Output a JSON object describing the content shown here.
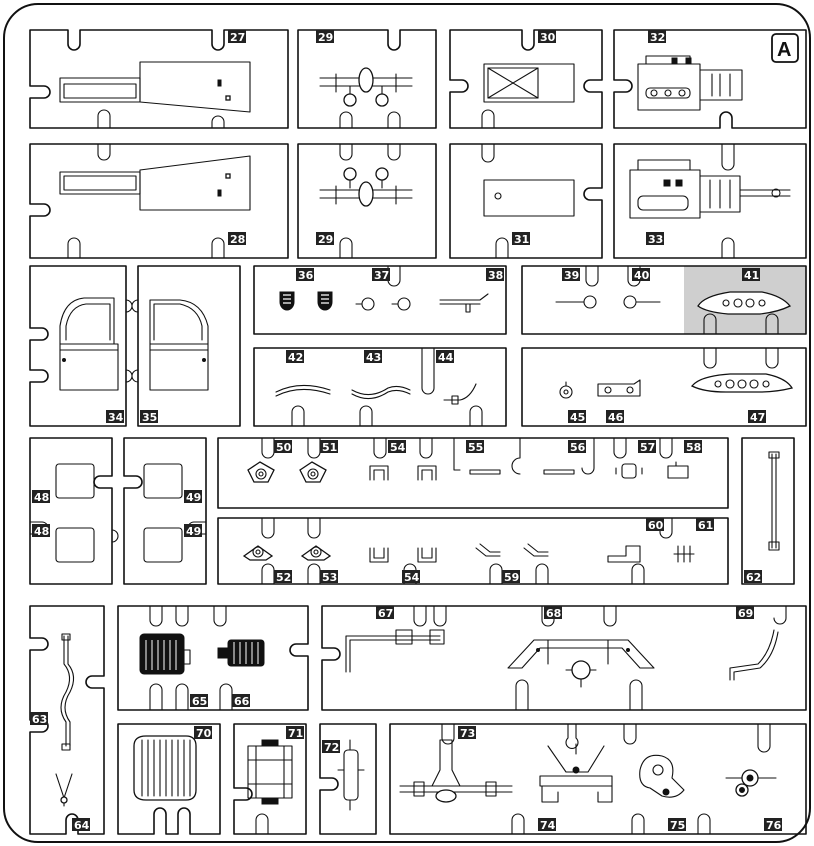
{
  "sprue_letter": "A",
  "highlight_color": "#cfcfcf",
  "part_numbers": {
    "p27": "27",
    "p28": "28",
    "p29a": "29",
    "p29b": "29",
    "p30": "30",
    "p31": "31",
    "p32": "32",
    "p33": "33",
    "p34": "34",
    "p35": "35",
    "p36": "36",
    "p37": "37",
    "p38": "38",
    "p39": "39",
    "p40": "40",
    "p41": "41",
    "p42": "42",
    "p43": "43",
    "p44": "44",
    "p45": "45",
    "p46": "46",
    "p47": "47",
    "p48a": "48",
    "p48b": "48",
    "p49a": "49",
    "p49b": "49",
    "p50": "50",
    "p51": "51",
    "p52": "52",
    "p53": "53",
    "p54a": "54",
    "p54b": "54",
    "p55": "55",
    "p56": "56",
    "p57": "57",
    "p58": "58",
    "p59": "59",
    "p60": "60",
    "p61": "61",
    "p62": "62",
    "p63": "63",
    "p64": "64",
    "p65": "65",
    "p66": "66",
    "p67": "67",
    "p68": "68",
    "p69": "69",
    "p70": "70",
    "p71": "71",
    "p72": "72",
    "p73": "73",
    "p74": "74",
    "p75": "75",
    "p76": "76"
  }
}
